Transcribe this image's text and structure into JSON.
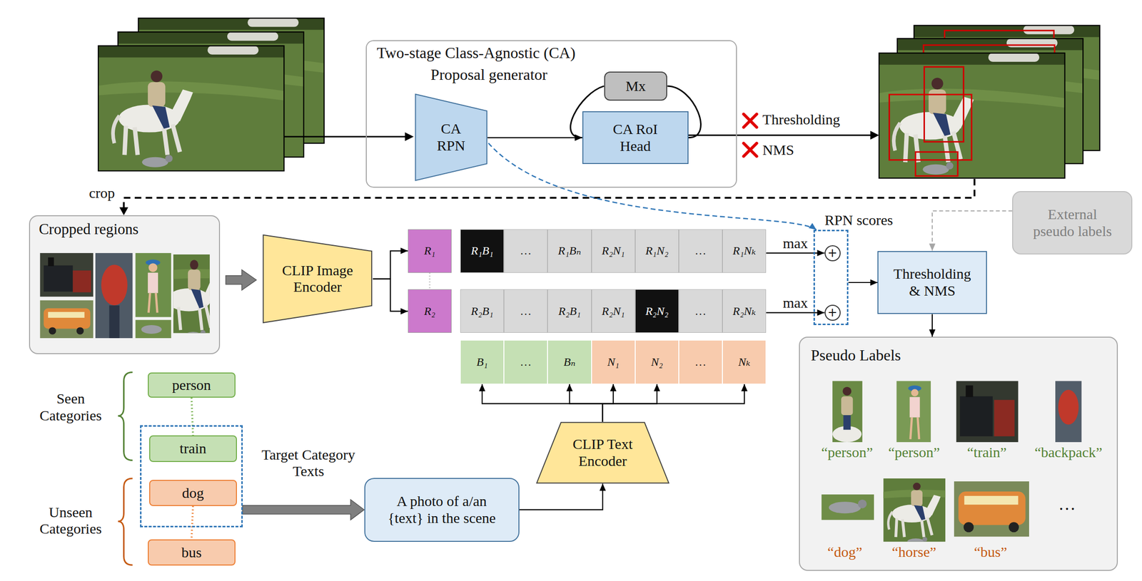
{
  "diagram": {
    "nodes": [
      {
        "text": [
          "Two-stage Class-Agnostic (CA)",
          "Proposal generator"
        ]
      },
      {
        "text": [
          "CA RPN"
        ],
        "in": 0
      },
      {
        "text": [
          "Mx"
        ],
        "in": 0
      },
      {
        "text": [
          "CA RoI Head"
        ],
        "in": 0
      },
      {
        "text": [
          "Cropped regions"
        ]
      },
      {
        "text": [
          "CLIP Image Encoder"
        ]
      },
      {
        "text": [
          "R₁"
        ]
      },
      {
        "text": [
          "R₂"
        ]
      },
      {
        "text": [
          "R₁B₁"
        ]
      },
      {
        "text": [
          "…"
        ]
      },
      {
        "text": [
          "R₁Bₙ"
        ]
      },
      {
        "text": [
          "R₂N₁"
        ]
      },
      {
        "text": [
          "R₁N₂"
        ]
      },
      {
        "text": [
          "…"
        ]
      },
      {
        "text": [
          "R₁Nₖ"
        ]
      },
      {
        "text": [
          "R₂B₁"
        ]
      },
      {
        "text": [
          "…"
        ]
      },
      {
        "text": [
          "R₂B₁"
        ]
      },
      {
        "text": [
          "R₂N₁"
        ]
      },
      {
        "text": [
          "R₂N₂"
        ]
      },
      {
        "text": [
          "…"
        ]
      },
      {
        "text": [
          "R₂Nₖ"
        ]
      },
      {
        "text": [
          "RPN scores"
        ]
      },
      {
        "text": [
          "+"
        ],
        "in": 22
      },
      {
        "text": [
          "+"
        ],
        "in": 22
      },
      {
        "text": [
          "External pseudo labels"
        ]
      },
      {
        "text": [
          "Thresholding & NMS"
        ]
      },
      {
        "text": [
          "B₁"
        ]
      },
      {
        "text": [
          "…"
        ]
      },
      {
        "text": [
          "Bₙ"
        ]
      },
      {
        "text": [
          "N₁"
        ]
      },
      {
        "text": [
          "N₂"
        ]
      },
      {
        "text": [
          "…"
        ]
      },
      {
        "text": [
          "Nₖ"
        ]
      },
      {
        "text": [
          "Pseudo Labels"
        ]
      },
      {
        "text": [
          "person"
        ]
      },
      {
        "text": [
          "Target Category Texts"
        ]
      },
      {
        "text": [
          "train"
        ],
        "in": 36
      },
      {
        "text": [
          "dog"
        ],
        "in": 36
      },
      {
        "text": [
          "bus"
        ]
      },
      {
        "text": [
          "A photo of a/an {text} in the scene"
        ]
      },
      {
        "text": [
          "CLIP Text Encoder"
        ]
      }
    ],
    "edges": [
      {
        "from": 1,
        "to": 3,
        "arrow": "to"
      },
      {
        "from": 3,
        "to": 2,
        "arrow": "none"
      },
      {
        "from": 2,
        "to": 3,
        "arrow": "to"
      },
      {
        "from": 1,
        "to": 22,
        "arrow": "to"
      },
      {
        "from": 5,
        "to": 6,
        "arrow": "to"
      },
      {
        "from": 5,
        "to": 7,
        "arrow": "to"
      },
      {
        "from": 6,
        "to": 7,
        "arrow": "none"
      },
      {
        "from": 14,
        "to": 23,
        "label": "max",
        "arrow": "to"
      },
      {
        "from": 21,
        "to": 24,
        "label": "max",
        "arrow": "to"
      },
      {
        "from": 22,
        "to": 26,
        "arrow": "to"
      },
      {
        "from": 25,
        "to": 26,
        "arrow": "to"
      },
      {
        "from": 26,
        "to": 34,
        "arrow": "to"
      },
      {
        "from": 41,
        "to": 27,
        "arrow": "to"
      },
      {
        "from": 41,
        "to": 29,
        "arrow": "to"
      },
      {
        "from": 41,
        "to": 30,
        "arrow": "to"
      },
      {
        "from": 41,
        "to": 31,
        "arrow": "to"
      },
      {
        "from": 41,
        "to": 33,
        "arrow": "to"
      },
      {
        "from": 40,
        "to": 41,
        "arrow": "to"
      },
      {
        "from": 36,
        "to": 40,
        "arrow": "to"
      },
      {
        "from": 35,
        "to": 37,
        "arrow": "none"
      },
      {
        "from": 38,
        "to": 39,
        "arrow": "none"
      }
    ],
    "labels": [
      "Thresholding",
      "NMS",
      "crop",
      "Seen Categories",
      "Unseen Categories",
      "“person”",
      "“person”",
      "“train”",
      "“backpack”",
      "“dog”",
      "“horse”",
      "“bus”",
      "…"
    ]
  }
}
